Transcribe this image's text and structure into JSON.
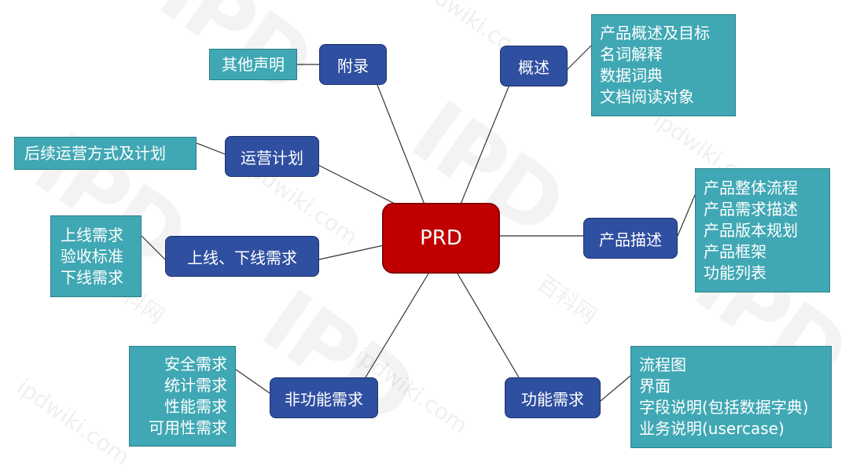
{
  "center": "PRD",
  "branches": {
    "overview": {
      "label": "概述",
      "items": [
        "产品概述及目标",
        "名词解释",
        "数据词典",
        "文档阅读对象"
      ]
    },
    "product_desc": {
      "label": "产品描述",
      "items": [
        "产品整体流程",
        "产品需求描述",
        "产品版本规划",
        "产品框架",
        "功能列表"
      ]
    },
    "functional": {
      "label": "功能需求",
      "items": [
        "流程图",
        "界面",
        "字段说明(包括数据字典)",
        "业务说明(usercase)"
      ]
    },
    "non_functional": {
      "label": "非功能需求",
      "items": [
        "安全需求",
        "统计需求",
        "性能需求",
        "可用性需求"
      ]
    },
    "launch": {
      "label": "上线、下线需求",
      "items": [
        "上线需求",
        "验收标准",
        "下线需求"
      ]
    },
    "operation": {
      "label": "运营计划",
      "items": [
        "后续运营方式及计划"
      ]
    },
    "appendix": {
      "label": "附录",
      "items": [
        "其他声明"
      ]
    }
  },
  "watermark": {
    "logo": "IPD",
    "brand": "百科网",
    "site": "ipdwiki.com"
  },
  "colors": {
    "hub": "#c00000",
    "node": "#2f4fa0",
    "leaf": "#40a8b4"
  }
}
